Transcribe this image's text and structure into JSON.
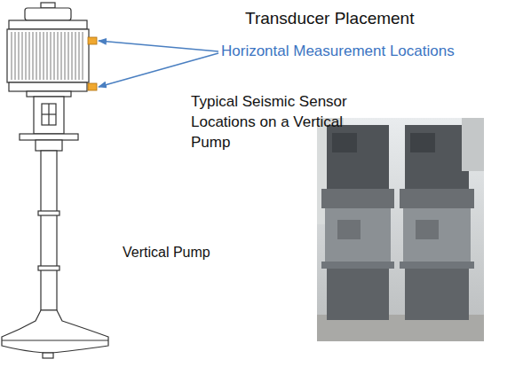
{
  "diagram": {
    "title": "Transducer Placement",
    "labels": [
      "Horizontal Measurement Locations",
      "Typical Seismic Sensor Locations on a Vertical Pump",
      "Vertical Pump"
    ]
  }
}
